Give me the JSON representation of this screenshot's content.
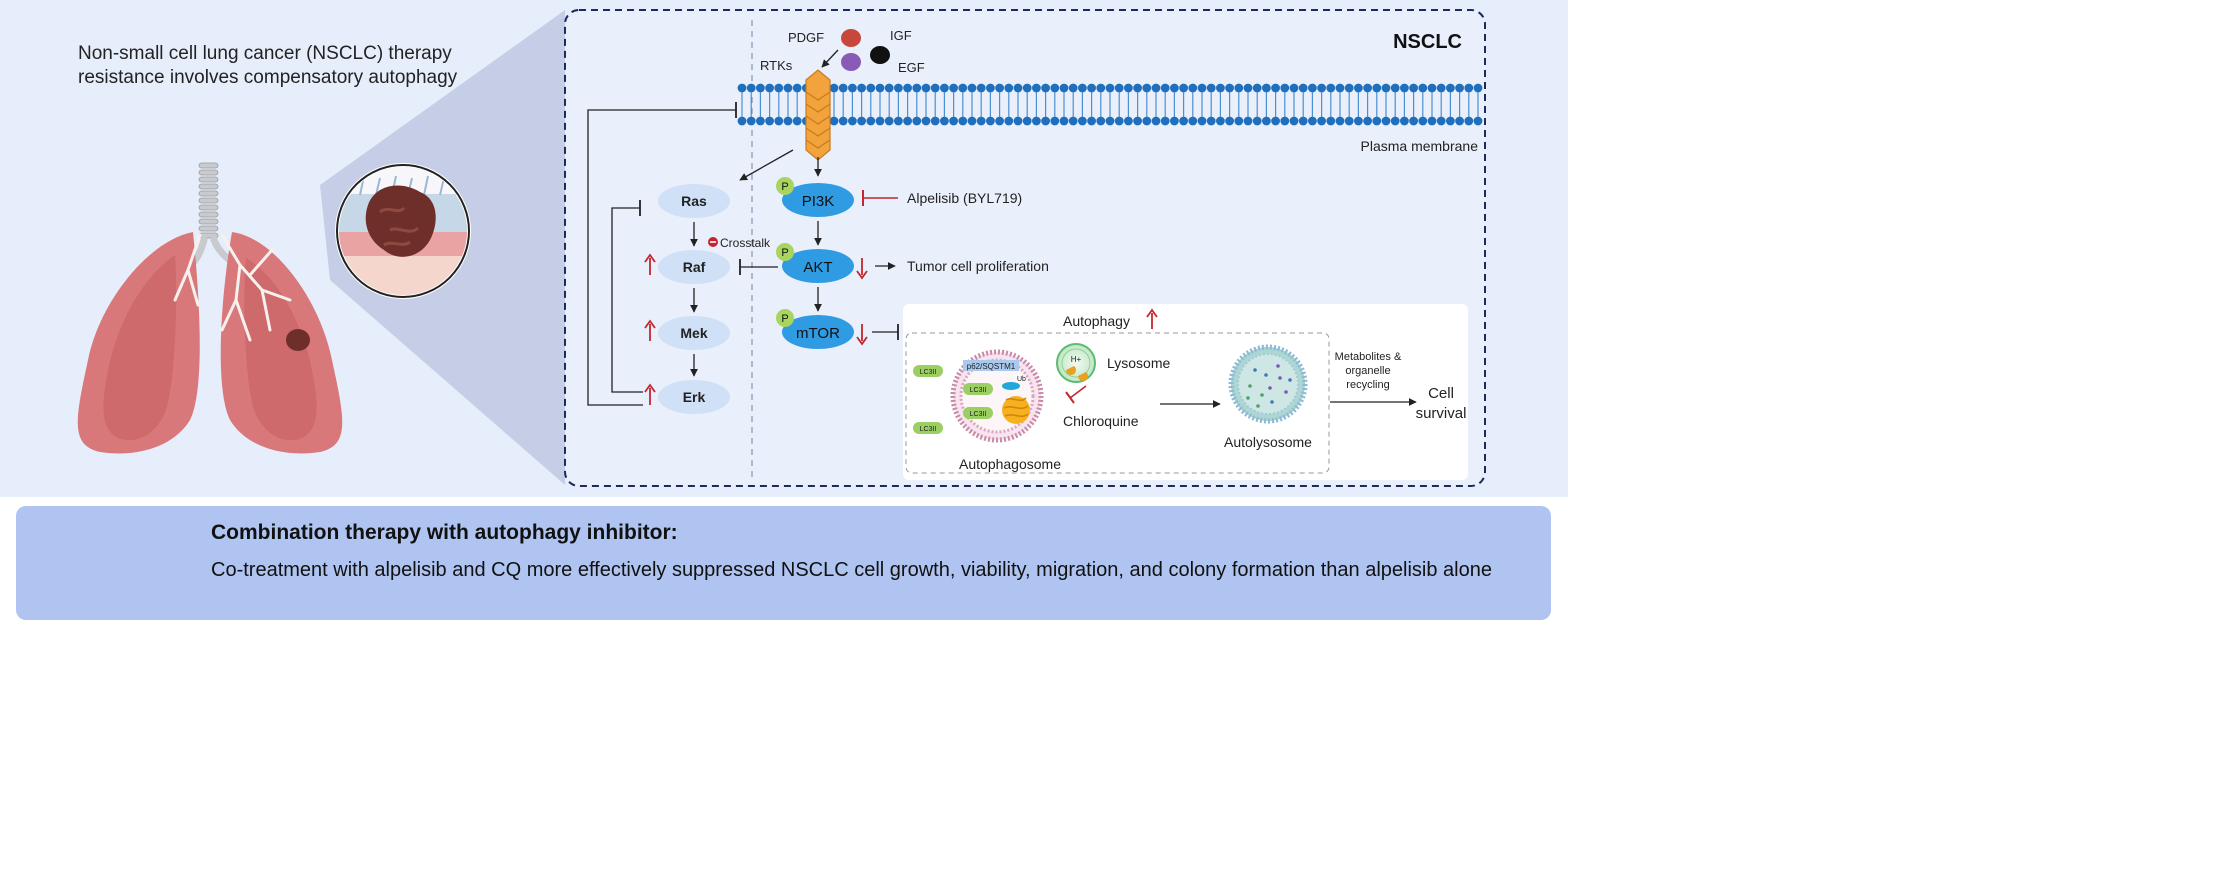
{
  "intro": "Non-small cell lung cancer (NSCLC) therapy resistance involves compensatory autophagy",
  "panel": {
    "title": "NSCLC",
    "plasma_membrane": "Plasma membrane"
  },
  "ligands": {
    "pdgf": "PDGF",
    "igf": "IGF",
    "egf": "EGF",
    "receptor": "RTKs"
  },
  "mapk": {
    "ras": "Ras",
    "raf": "Raf",
    "mek": "Mek",
    "erk": "Erk",
    "crosstalk": "Crosstalk"
  },
  "pi3k_pathway": {
    "pi3k": "PI3K",
    "akt": "AKT",
    "mtor": "mTOR",
    "phospho": "P",
    "inhibitor": "Alpelisib (BYL719)",
    "outcome": "Tumor cell proliferation"
  },
  "autophagy": {
    "title": "Autophagy",
    "lysosome": "Lysosome",
    "proton": "H+",
    "chloroquine": "Chloroquine",
    "autophagosome": "Autophagosome",
    "autolysosome": "Autolysosome",
    "p62": "p62/SQSTM1",
    "ub": "Ub",
    "lc3": "LC3II",
    "recycling": [
      "Metabolites &",
      "organelle",
      "recycling"
    ],
    "survival": [
      "Cell",
      "survival"
    ]
  },
  "bottom": {
    "title": "Combination therapy with autophagy inhibitor:",
    "text": "Co-treatment with alpelisib and CQ more effectively suppressed NSCLC cell growth, viability, migration, and colony formation than alpelisib alone"
  },
  "colors": {
    "background": "#e7eefb",
    "node_fill": "#cfe0f7",
    "pi3k_fill": "#2f9be3",
    "phospho": "#a8d560",
    "membrane": "#1f6fbd",
    "rtk": "#f3a33c",
    "inhibit_red": "#c4262e",
    "lung": "#d9787a",
    "bottom_panel": "#afc4f1",
    "target": "#a01c1c"
  }
}
